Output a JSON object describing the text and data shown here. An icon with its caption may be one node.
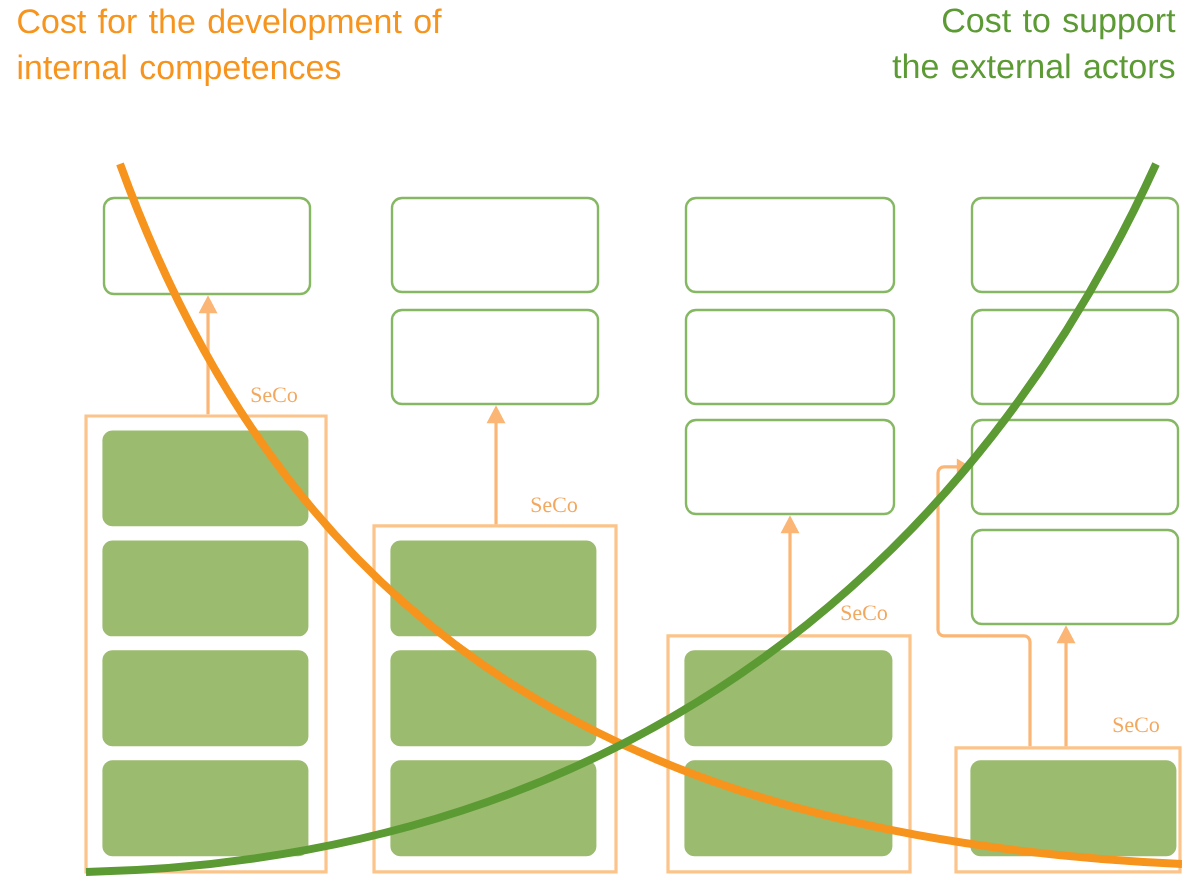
{
  "diagram": {
    "nodes": [
      {
        "text": [],
        "shape": "box"
      },
      {
        "text": [],
        "shape": "box",
        "beside": [
          "SeCo"
        ]
      },
      {
        "text": [],
        "shape": "box",
        "in": 1
      },
      {
        "text": [],
        "shape": "box",
        "in": 1
      },
      {
        "text": [],
        "shape": "box",
        "in": 1
      },
      {
        "text": [],
        "shape": "box",
        "in": 1
      },
      {
        "text": [],
        "shape": "box"
      },
      {
        "text": [],
        "shape": "box"
      },
      {
        "text": [],
        "shape": "box",
        "beside": [
          "SeCo"
        ]
      },
      {
        "text": [],
        "shape": "box",
        "in": 8
      },
      {
        "text": [],
        "shape": "box",
        "in": 8
      },
      {
        "text": [],
        "shape": "box",
        "in": 8
      },
      {
        "text": [],
        "shape": "box"
      },
      {
        "text": [],
        "shape": "box"
      },
      {
        "text": [],
        "shape": "box"
      },
      {
        "text": [],
        "shape": "box",
        "beside": [
          "SeCo"
        ]
      },
      {
        "text": [],
        "shape": "box",
        "in": 15
      },
      {
        "text": [],
        "shape": "box",
        "in": 15
      },
      {
        "text": [],
        "shape": "box"
      },
      {
        "text": [],
        "shape": "box"
      },
      {
        "text": [],
        "shape": "box"
      },
      {
        "text": [],
        "shape": "box"
      },
      {
        "text": [],
        "shape": "box",
        "beside": [
          "SeCo"
        ]
      },
      {
        "text": [],
        "shape": "box",
        "in": 22
      }
    ],
    "edges": [
      {
        "from": 1,
        "to": 0,
        "arrow": "to"
      },
      {
        "from": 8,
        "to": 7,
        "arrow": "to"
      },
      {
        "from": 15,
        "to": 14,
        "arrow": "to"
      },
      {
        "from": 22,
        "to": 20,
        "arrow": "to"
      },
      {
        "from": 22,
        "to": 21,
        "arrow": "to"
      }
    ],
    "labels": [
      "Cost for the development of internal competences",
      "Cost to support the external actors"
    ]
  }
}
